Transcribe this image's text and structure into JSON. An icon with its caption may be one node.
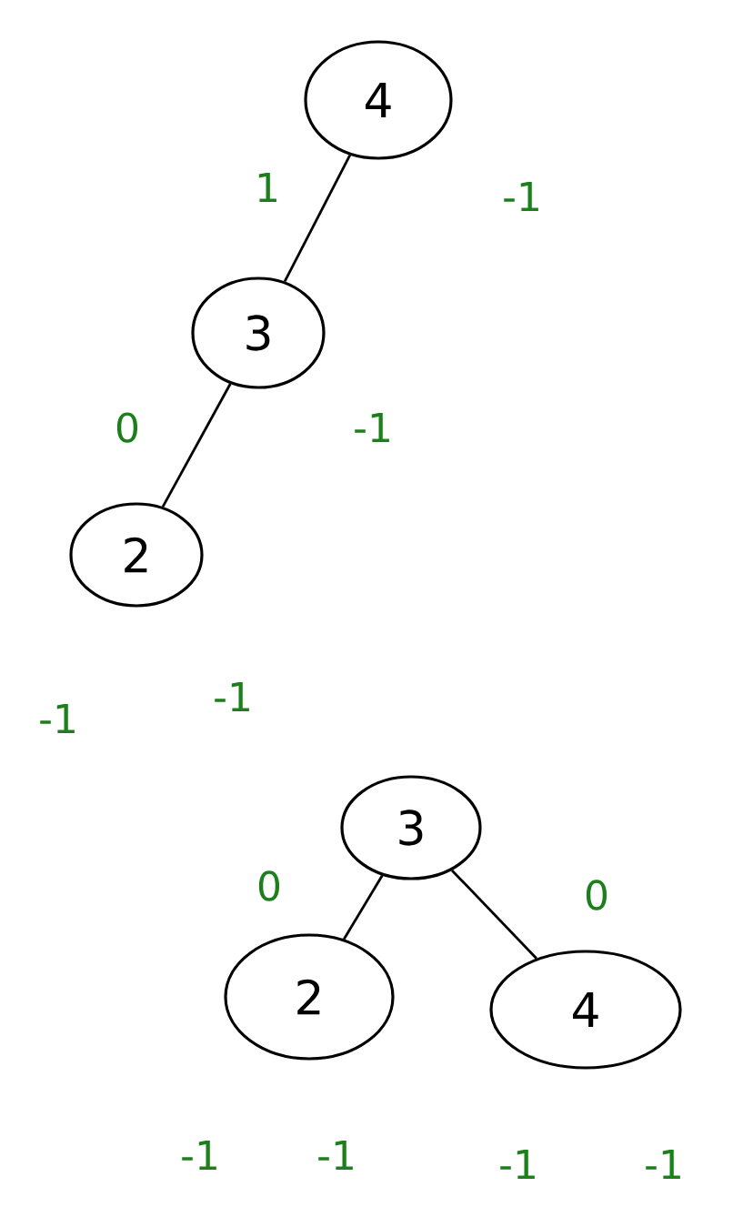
{
  "diagram": {
    "nodes": [
      {
        "text": [
          "4"
        ]
      },
      {
        "text": [
          "3"
        ]
      },
      {
        "text": [
          "2"
        ]
      },
      {
        "text": [
          "3"
        ]
      },
      {
        "text": [
          "2"
        ]
      },
      {
        "text": [
          "4"
        ]
      }
    ],
    "edges": [
      {
        "from": 0,
        "to": 1,
        "arrow": "none"
      },
      {
        "from": 1,
        "to": 2,
        "arrow": "none"
      },
      {
        "from": 3,
        "to": 4,
        "arrow": "none"
      },
      {
        "from": 3,
        "to": 5,
        "arrow": "none"
      }
    ],
    "labels": [
      "1",
      "-1",
      "0",
      "-1",
      "-1",
      "-1",
      "0",
      "0",
      "-1",
      "-1",
      "-1",
      "-1"
    ]
  }
}
